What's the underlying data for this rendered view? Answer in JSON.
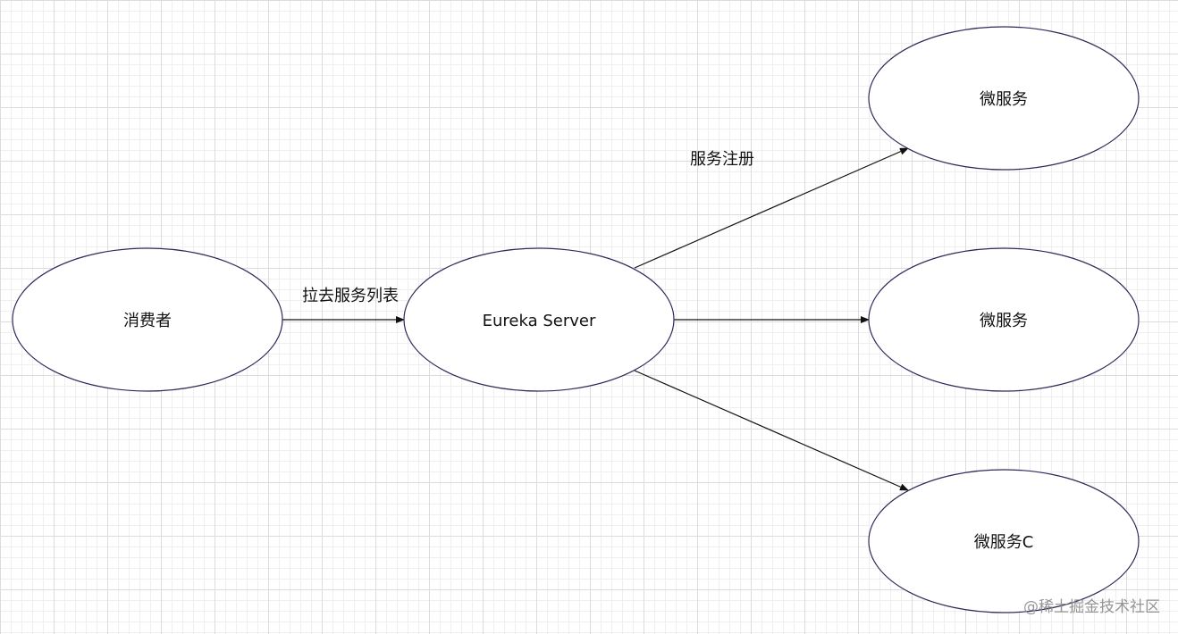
{
  "nodes": {
    "consumer": {
      "label": "消费者"
    },
    "eureka": {
      "label": "Eureka Server"
    },
    "microservice_a": {
      "label": "微服务"
    },
    "microservice_b": {
      "label": "微服务"
    },
    "microservice_c": {
      "label": "微服务C"
    }
  },
  "edges": {
    "pull_list": {
      "label": "拉去服务列表"
    },
    "register": {
      "label": "服务注册"
    }
  },
  "watermark": "@稀土掘金技术社区"
}
